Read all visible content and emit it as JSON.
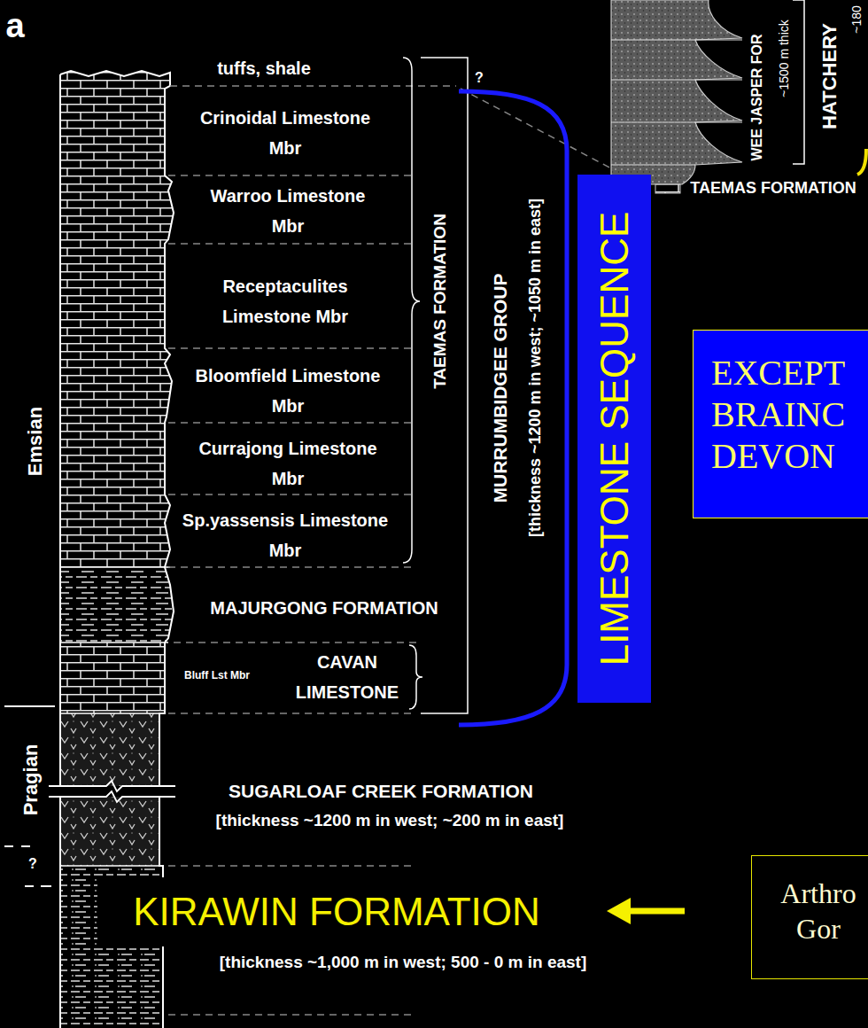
{
  "diagram": {
    "nodes": [
      {
        "text": [
          "LIMESTONE SEQUENCE"
        ]
      },
      {
        "text": [
          "EXCEPT BRAINC DEVON"
        ]
      },
      {
        "text": [
          "Arthro Gor"
        ]
      }
    ],
    "labels": [
      "a",
      "WEE JASPER FOR",
      "~1500 m thick",
      "HATCHERY",
      "~180",
      "TAEMAS FORMATION",
      "tuffs, shale",
      "?",
      "Crinoidal Limestone Mbr",
      "Warroo Limestone Mbr",
      "Receptaculites Limestone Mbr",
      "Bloomfield Limestone Mbr",
      "Currajong Limestone Mbr",
      "Sp.yassensis Limestone Mbr",
      "TAEMAS FORMATION",
      "MURRUMBIDGEE GROUP",
      "[thickness ~1200 m in west; ~1050 m in east]",
      "Emsian",
      "MAJURGONG FORMATION",
      "Bluff Lst Mbr",
      "CAVAN LIMESTONE",
      "Pragian",
      "SUGARLOAF CREEK FORMATION",
      "[thickness ~1200 m in west; ~200 m in east]",
      "?",
      "KIRAWIN FORMATION",
      "[thickness ~1,000 m in west; 500 - 0 m in east]"
    ]
  }
}
